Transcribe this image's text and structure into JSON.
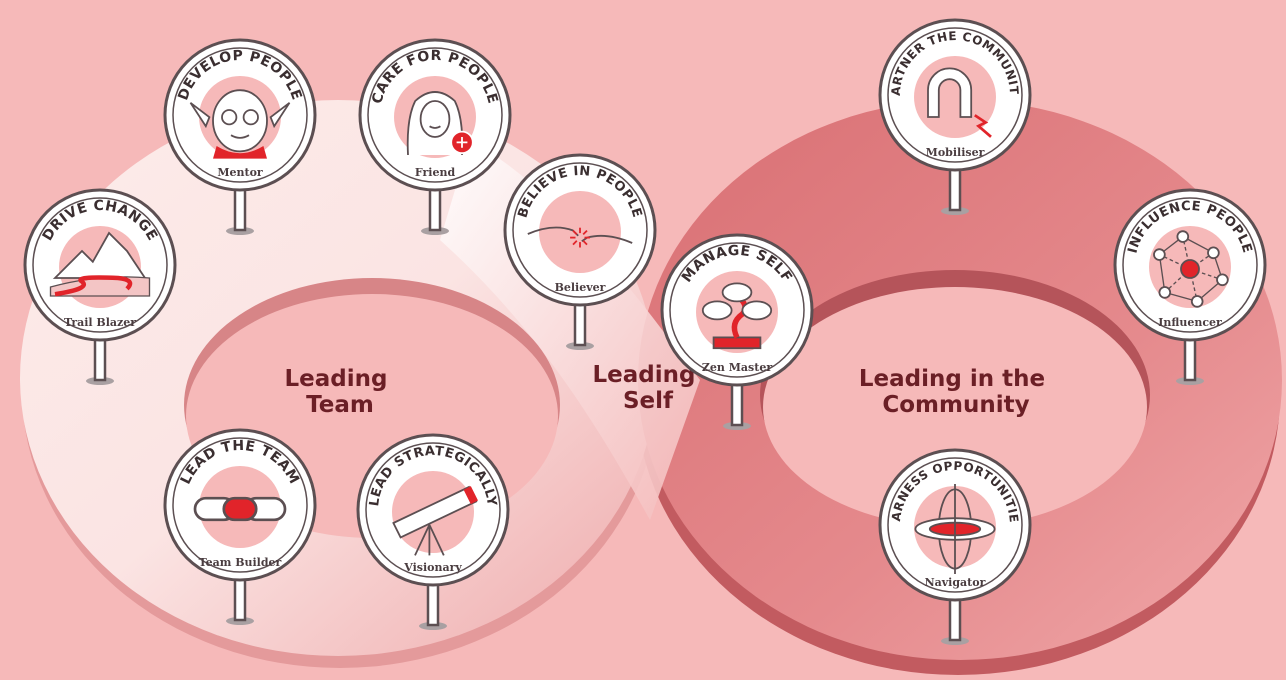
{
  "colors": {
    "background": "#f6b9b9",
    "ring_light": "#fbe3e2",
    "ring_dark": "#d97074",
    "accent_red": "#e1242a",
    "badge_outline": "#5c4f52"
  },
  "regions": {
    "team": [
      "Leading",
      "Team"
    ],
    "self": [
      "Leading",
      "Self"
    ],
    "community": [
      "Leading in the",
      "Community"
    ]
  },
  "badges": [
    {
      "id": "develop-people",
      "title": "DEVELOP PEOPLE",
      "role": "Mentor",
      "icon": "yoda-icon"
    },
    {
      "id": "care-for-people",
      "title": "CARE FOR PEOPLE",
      "role": "Friend",
      "icon": "person-icon"
    },
    {
      "id": "drive-change",
      "title": "DRIVE CHANGE",
      "role": "Trail Blazer",
      "icon": "mountain-trail-icon"
    },
    {
      "id": "believe-in-people",
      "title": "BELIEVE IN PEOPLE",
      "role": "Believer",
      "icon": "hands-touch-icon"
    },
    {
      "id": "manage-self",
      "title": "MANAGE SELF",
      "role": "Zen Master",
      "icon": "bonsai-icon"
    },
    {
      "id": "lead-the-team",
      "title": "LEAD THE TEAM",
      "role": "Team Builder",
      "icon": "chain-link-icon"
    },
    {
      "id": "lead-strategically",
      "title": "LEAD STRATEGICALLY",
      "role": "Visionary",
      "icon": "telescope-icon"
    },
    {
      "id": "partner-the-community",
      "title": "PARTNER THE COMMUNITY",
      "role": "Mobiliser",
      "icon": "magnet-icon"
    },
    {
      "id": "influence-people",
      "title": "INFLUENCE PEOPLE",
      "role": "Influencer",
      "icon": "network-icon"
    },
    {
      "id": "harness-opportunities",
      "title": "HARNESS OPPORTUNITIES",
      "role": "Navigator",
      "icon": "gyroscope-icon"
    }
  ]
}
